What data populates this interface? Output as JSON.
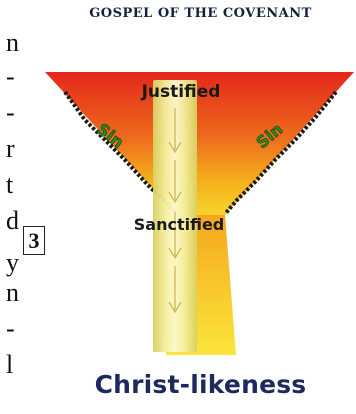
{
  "margin_text": {
    "glyphs": [
      "n",
      "-",
      "-",
      "r",
      "t",
      "d",
      "y",
      "n",
      "-",
      "l"
    ]
  },
  "figure_number": "3",
  "figure": {
    "title": "GOSPEL OF THE COVENANT",
    "labels": {
      "top": "Justified",
      "middle": "Sanctified",
      "left_side": "Sin",
      "right_side": "Sin"
    },
    "caption": "Christ-likeness"
  },
  "colors": {
    "funnel_top": "#e4271b",
    "funnel_mid": "#f2a21a",
    "funnel_bottom": "#fbe53b",
    "shaft_light": "#fbf6b0",
    "shaft_mid": "#e8e07a",
    "sin_text": "#2f8a1f",
    "title": "#14213d",
    "caption": "#1d2a5e"
  }
}
